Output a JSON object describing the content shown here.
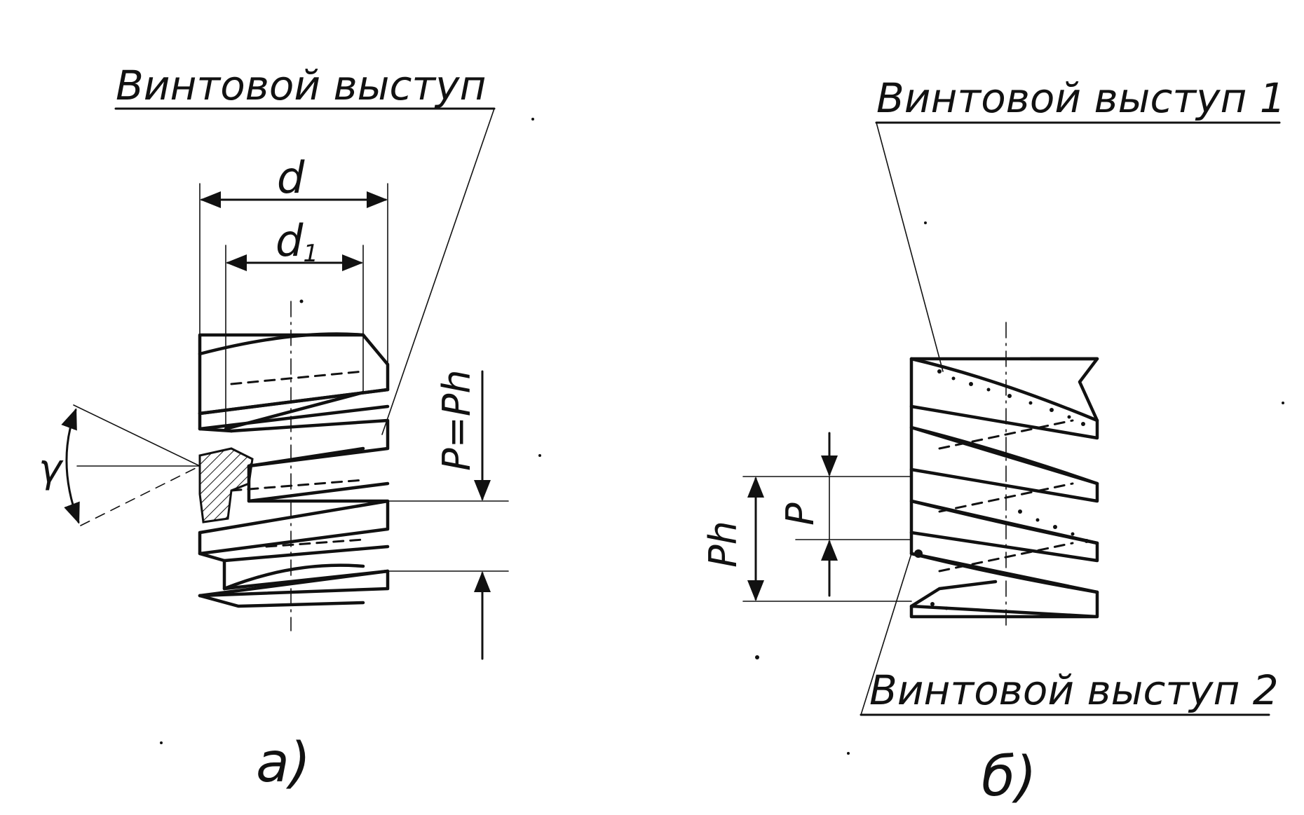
{
  "figure_a": {
    "callout": "Винтовой выступ",
    "dim_d": "d",
    "dim_d1": "d",
    "dim_d1_sub": "1",
    "dim_pitch": "P=Ph",
    "angle": "γ",
    "caption": "а)"
  },
  "figure_b": {
    "callout_1": "Винтовой выступ 1",
    "callout_2": "Винтовой выступ 2",
    "dim_ph": "Ph",
    "dim_p": "P",
    "caption": "б)"
  },
  "colors": {
    "ink": "#111111",
    "paper": "#ffffff"
  }
}
